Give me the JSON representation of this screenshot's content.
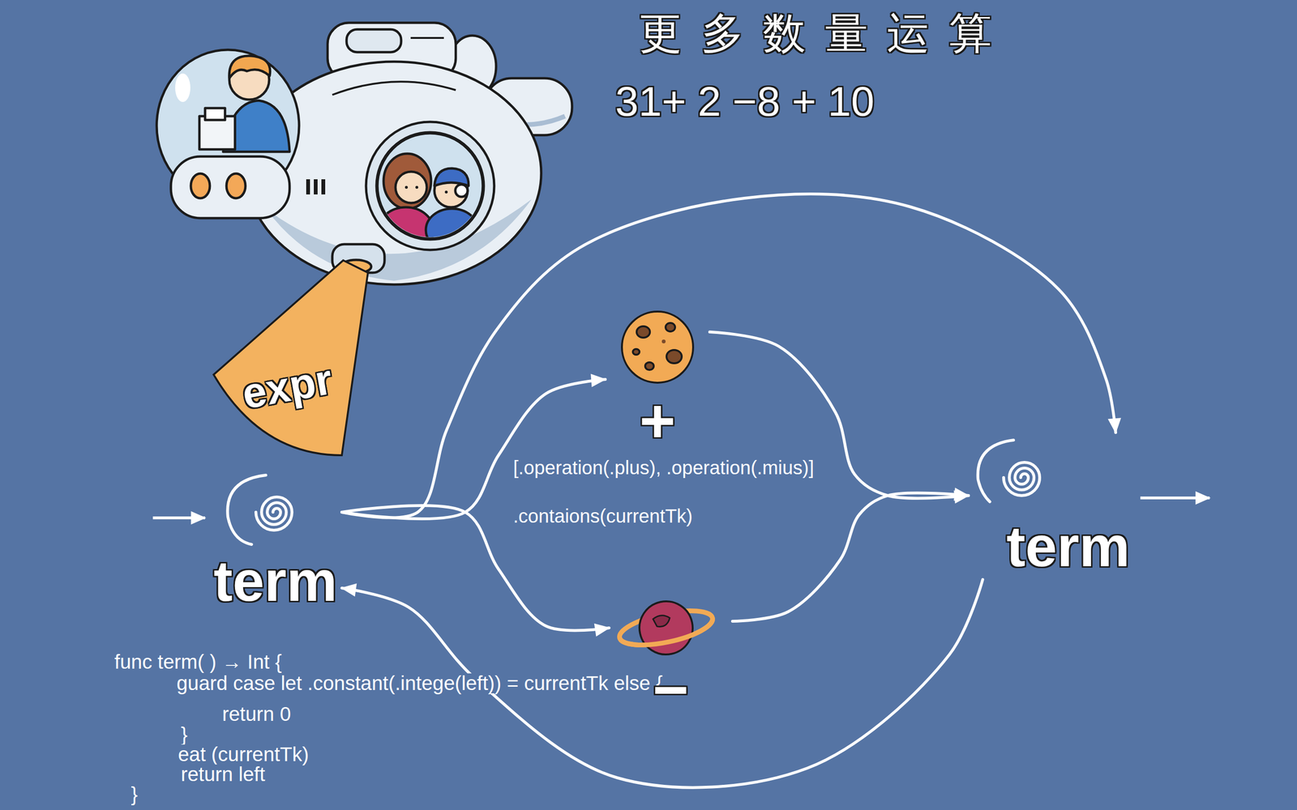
{
  "diagram": {
    "title": "更多数量运算",
    "nodes": [
      {
        "text": [
          "expr"
        ]
      },
      {
        "text": [
          "term"
        ]
      },
      {
        "text": [
          "+"
        ]
      },
      {
        "text": [
          "−"
        ]
      },
      {
        "text": [
          "term"
        ]
      }
    ],
    "edges": [
      {
        "from": 1,
        "to": 2,
        "arrow": "to"
      },
      {
        "from": 1,
        "to": 3,
        "arrow": "to"
      },
      {
        "from": 2,
        "to": 4,
        "arrow": "to"
      },
      {
        "from": 3,
        "to": 4,
        "arrow": "to"
      },
      {
        "from": 1,
        "to": 4,
        "arrow": "to"
      },
      {
        "from": 4,
        "to": 1,
        "arrow": "to"
      }
    ],
    "labels": [
      "31+ 2 −8 + 10",
      "[.operation(.plus), .operation(.mius)]",
      ".contaions(currentTk)",
      "func term( ) → Int {",
      "guard case let .constant(.intege(left)) = currentTk else {",
      "return 0",
      "}",
      "eat (currentTk)",
      "return left",
      "}"
    ]
  }
}
